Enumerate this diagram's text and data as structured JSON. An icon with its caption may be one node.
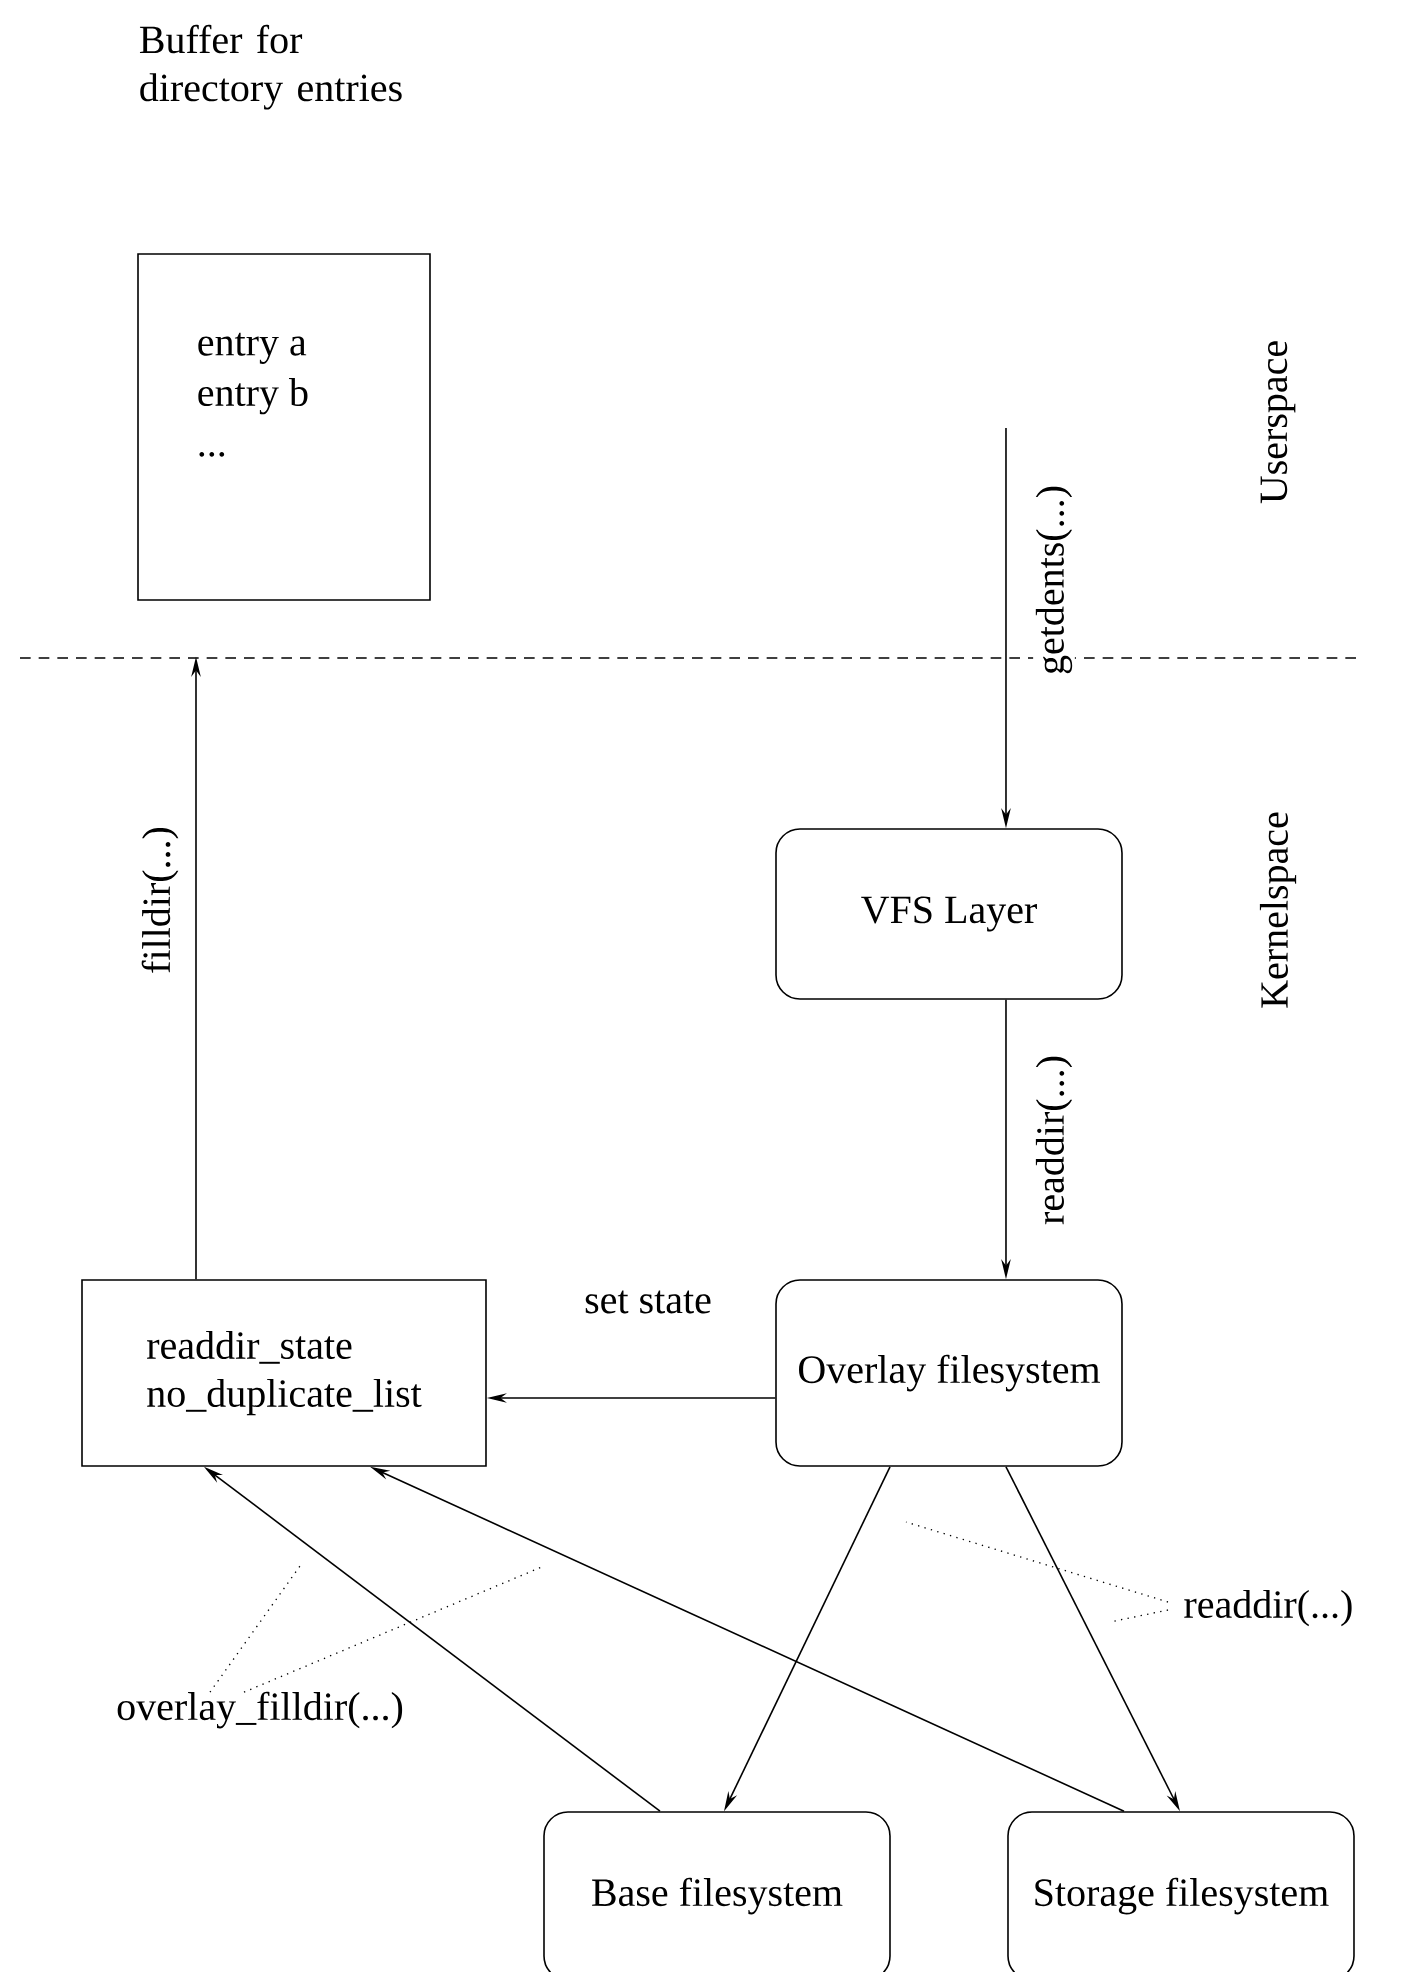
{
  "diagram": {
    "nodes": [
      {
        "text": [
          "Buffer for directory entries",
          "entry a",
          "entry b",
          "..."
        ]
      },
      {
        "text": [
          "VFS Layer"
        ]
      },
      {
        "text": [
          "readdir_state",
          "no_duplicate_list"
        ]
      },
      {
        "text": [
          "Overlay filesystem"
        ]
      },
      {
        "text": [
          "Base filesystem"
        ]
      },
      {
        "text": [
          "Storage filesystem"
        ]
      },
      {
        "text": [
          "overlay_filldir(...)"
        ]
      },
      {
        "text": [
          "readdir(...)"
        ]
      }
    ],
    "edges": [
      {
        "from": null,
        "to": 1,
        "arrow": "to",
        "label": "getdents(...)"
      },
      {
        "from": 1,
        "to": 3,
        "arrow": "to",
        "label": "readdir(...)"
      },
      {
        "from": 3,
        "to": 2,
        "arrow": "to",
        "label": "set state"
      },
      {
        "from": 3,
        "to": 4,
        "arrow": "to"
      },
      {
        "from": 3,
        "to": 5,
        "arrow": "to"
      },
      {
        "from": 4,
        "to": 2,
        "arrow": "to"
      },
      {
        "from": 5,
        "to": 2,
        "arrow": "to"
      },
      {
        "from": 2,
        "to": 0,
        "arrow": "to",
        "label": "filldir(...)"
      },
      {
        "from": 6,
        "to": null,
        "arrow": "none",
        "style": "dashed"
      },
      {
        "from": 6,
        "to": null,
        "arrow": "none",
        "style": "dashed"
      },
      {
        "from": 7,
        "to": null,
        "arrow": "none",
        "style": "dashed"
      },
      {
        "from": 7,
        "to": null,
        "arrow": "none",
        "style": "dashed"
      }
    ],
    "labels": [
      "Userspace",
      "Kernelspace"
    ]
  }
}
